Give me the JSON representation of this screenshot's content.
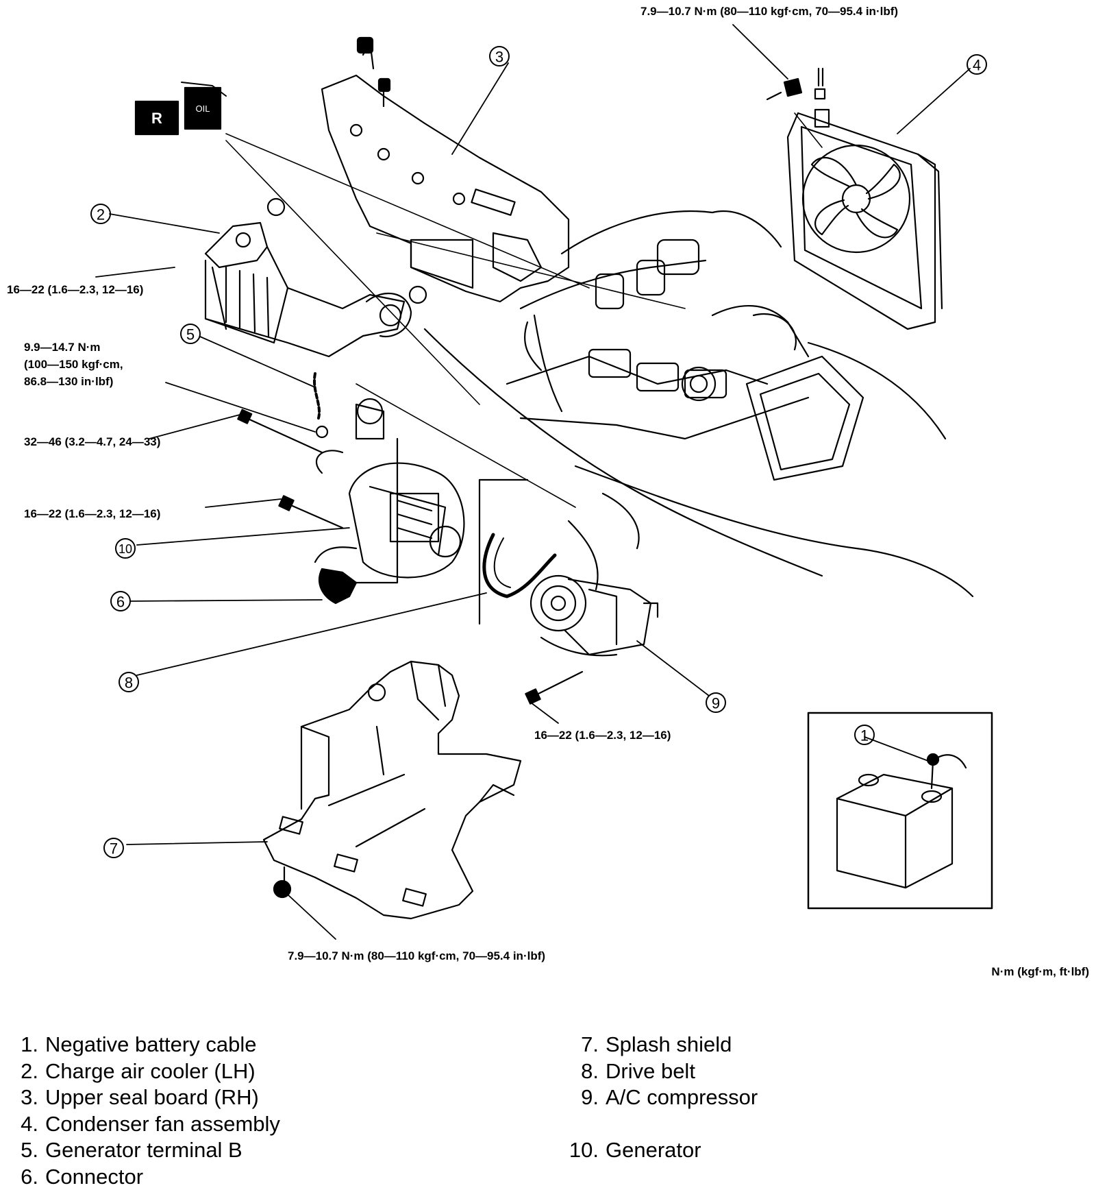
{
  "torque_specs": {
    "fan_bolt": "7.9—10.7 N·m (80—110 kgf·cm, 70—95.4 in·lbf)",
    "cooler_nut": "16—22 (1.6—2.3, 12—16)",
    "terminal_b": [
      "9.9—14.7 N·m",
      "(100—150 kgf·cm,",
      "86.8—130 in·lbf)"
    ],
    "gen_long_bolt": "32—46 (3.2—4.7, 24—33)",
    "gen_bolt": "16—22 (1.6—2.3, 12—16)",
    "compressor_bolt": "16—22 (1.6—2.3, 12—16)",
    "shield_bolt": "7.9—10.7 N·m (80—110 kgf·cm, 70—95.4 in·lbf)"
  },
  "units_note": "N·m (kgf·m, ft·lbf)",
  "icons": {
    "r_badge": "R",
    "oil_label": "OIL"
  },
  "callouts": [
    "1",
    "2",
    "3",
    "4",
    "5",
    "6",
    "7",
    "8",
    "9",
    "10"
  ],
  "legend": {
    "left": [
      {
        "num": "1.",
        "text": "Negative battery cable"
      },
      {
        "num": "2.",
        "text": "Charge air cooler (LH)"
      },
      {
        "num": "3.",
        "text": "Upper seal board (RH)"
      },
      {
        "num": "4.",
        "text": "Condenser fan assembly"
      },
      {
        "num": "5.",
        "text": "Generator terminal B"
      },
      {
        "num": "6.",
        "text": "Connector"
      }
    ],
    "right": [
      {
        "num": "7.",
        "text": "Splash shield"
      },
      {
        "num": "8.",
        "text": "Drive belt"
      },
      {
        "num": "9.",
        "text": "A/C compressor"
      },
      {
        "num": "10.",
        "text": "Generator"
      }
    ]
  }
}
